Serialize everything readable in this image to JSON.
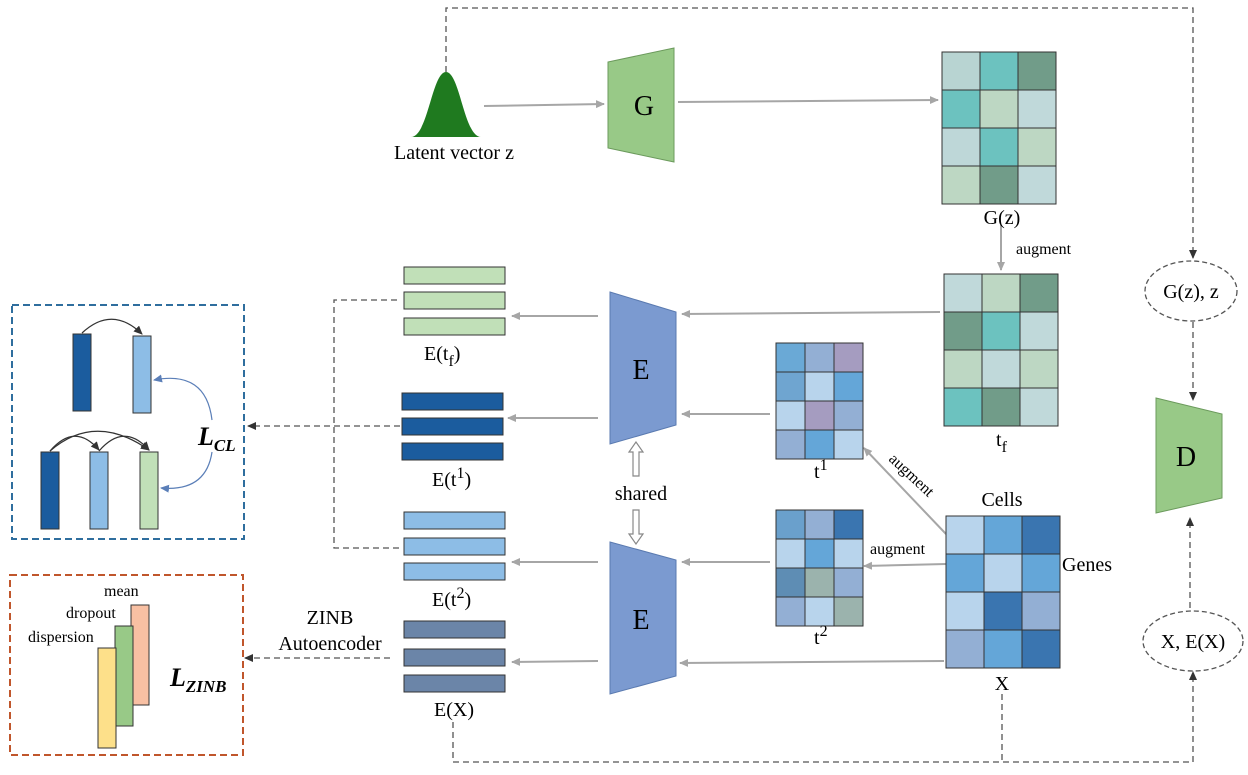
{
  "labels": {
    "latent": "Latent vector z",
    "generator": "G",
    "gz": "G(z)",
    "augment_top": "augment",
    "augment_t1": "augment",
    "augment_t2": "augment",
    "encoder_top": "E",
    "encoder_bottom": "E",
    "shared": "shared",
    "e_tf_main": "E(t",
    "e_tf_sub": "f",
    "e_tf_close": ")",
    "e_t1_main": "E(t",
    "e_t1_sup": "1",
    "e_t1_close": ")",
    "e_t2_main": "E(t",
    "e_t2_sup": "2",
    "e_t2_close": ")",
    "e_x": "E(X)",
    "tf_main": "t",
    "tf_sub": "f",
    "t1_main": "t",
    "t1_sup": "1",
    "t2_main": "t",
    "t2_sup": "2",
    "cells": "Cells",
    "genes": "Genes",
    "x": "X",
    "gz_z": "G(z), z",
    "x_ex": "X, E(X)",
    "discriminator": "D",
    "loss_cl_main": "L",
    "loss_cl_sub": "CL",
    "loss_zinb_main": "L",
    "loss_zinb_sub": "ZINB",
    "zinb_line1": "ZINB",
    "zinb_line2": "Autoencoder",
    "mean": "mean",
    "dropout": "dropout",
    "dispersion": "dispersion"
  },
  "colors": {
    "generator": "#98c987",
    "encoder": "#7b9ad0",
    "discriminator": "#98c987",
    "cl_border": "#2f6e9e",
    "zinb_border": "#c0562c",
    "bell": "#1f7a1f",
    "arrow": "#a6a6a6"
  }
}
